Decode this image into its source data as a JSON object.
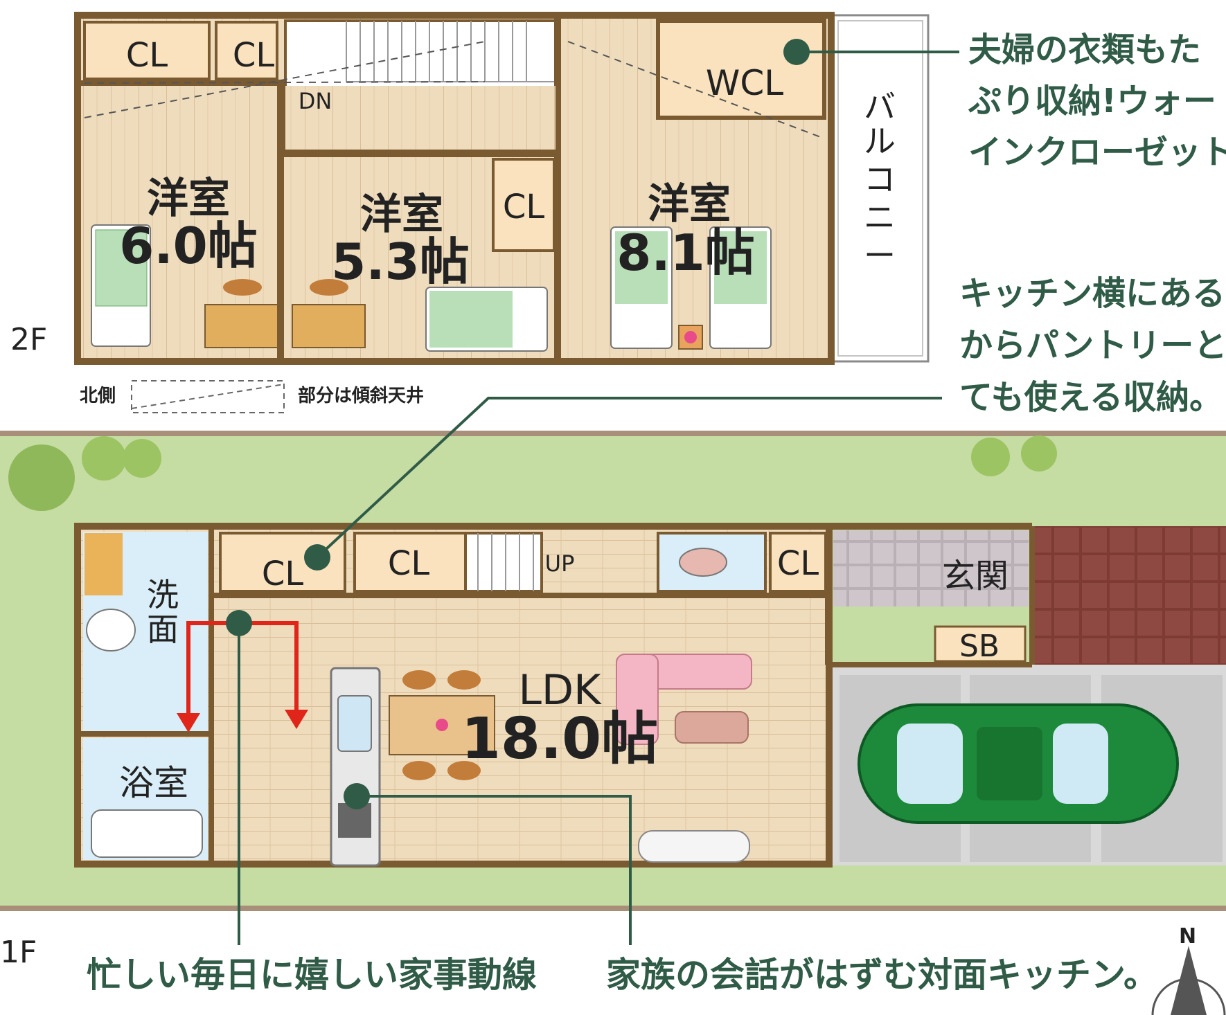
{
  "floors": {
    "second": "2F",
    "first": "1F"
  },
  "second_floor": {
    "cl_1": "CL",
    "cl_2": "CL",
    "cl_3": "CL",
    "dn": "DN",
    "wcl": "WCL",
    "room_a_name": "洋室",
    "room_a_size": "6.0帖",
    "room_b_name": "洋室",
    "room_b_size": "5.3帖",
    "room_c_name": "洋室",
    "room_c_size": "8.1帖",
    "balcony": [
      "バ",
      "ル",
      "コ",
      "ニ",
      "ー"
    ]
  },
  "legend": {
    "north": "北側",
    "slope": "部分は傾斜天井"
  },
  "first_floor": {
    "cl_hall": "CL",
    "cl_stair": "CL",
    "cl_toilet": "CL",
    "up": "UP",
    "washroom": [
      "洗",
      "面"
    ],
    "bathroom": "浴室",
    "entrance": "玄関",
    "shoebox": "SB",
    "ldk_name": "LDK",
    "ldk_size": "18.0帖"
  },
  "callouts": {
    "wcl_note": [
      "夫婦の衣類もた",
      "ぷり収納!ウォー",
      "インクローゼット。"
    ],
    "pantry_note": [
      "キッチン横にある",
      "からパントリーとし",
      "ても使える収納。"
    ],
    "housework_note": "忙しい毎日に嬉しい家事動線",
    "kitchen_note": "家族の会話がはずむ対面キッチン。"
  },
  "compass": "N",
  "colors": {
    "wall": "#7a5a30",
    "floor": "#ecd8b8",
    "closet": "#f9e2bd",
    "garden": "#c5dca3",
    "callout_line": "#2f5b47",
    "arrow": "#e0261b",
    "car": "#1c8a3a",
    "tile": "#7d3b34"
  }
}
